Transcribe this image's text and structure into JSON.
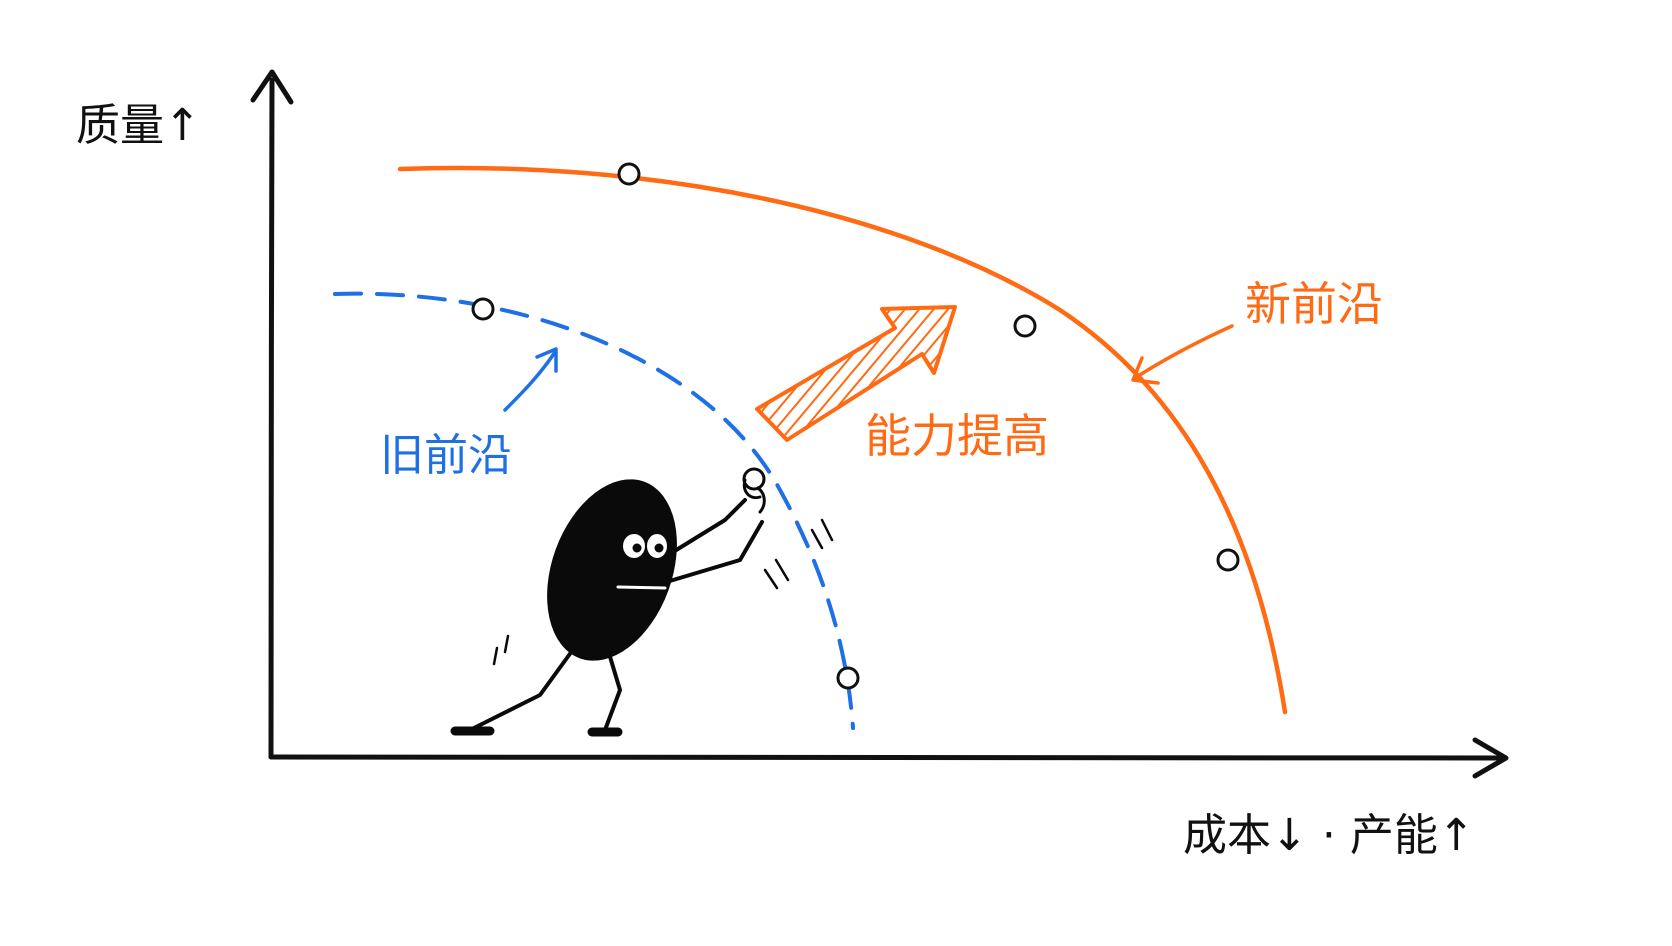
{
  "y_axis_label": "质量↑",
  "x_axis_label": "成本↓ · 产能↑",
  "new_frontier_label": "新前沿",
  "old_frontier_label": "旧前沿",
  "improvement_label": "能力提高",
  "colors": {
    "axis": "#111111",
    "new_frontier": "#ff6a13",
    "old_frontier": "#1f6fe5",
    "character": "#0a0a0a",
    "background": "#ffffff"
  }
}
